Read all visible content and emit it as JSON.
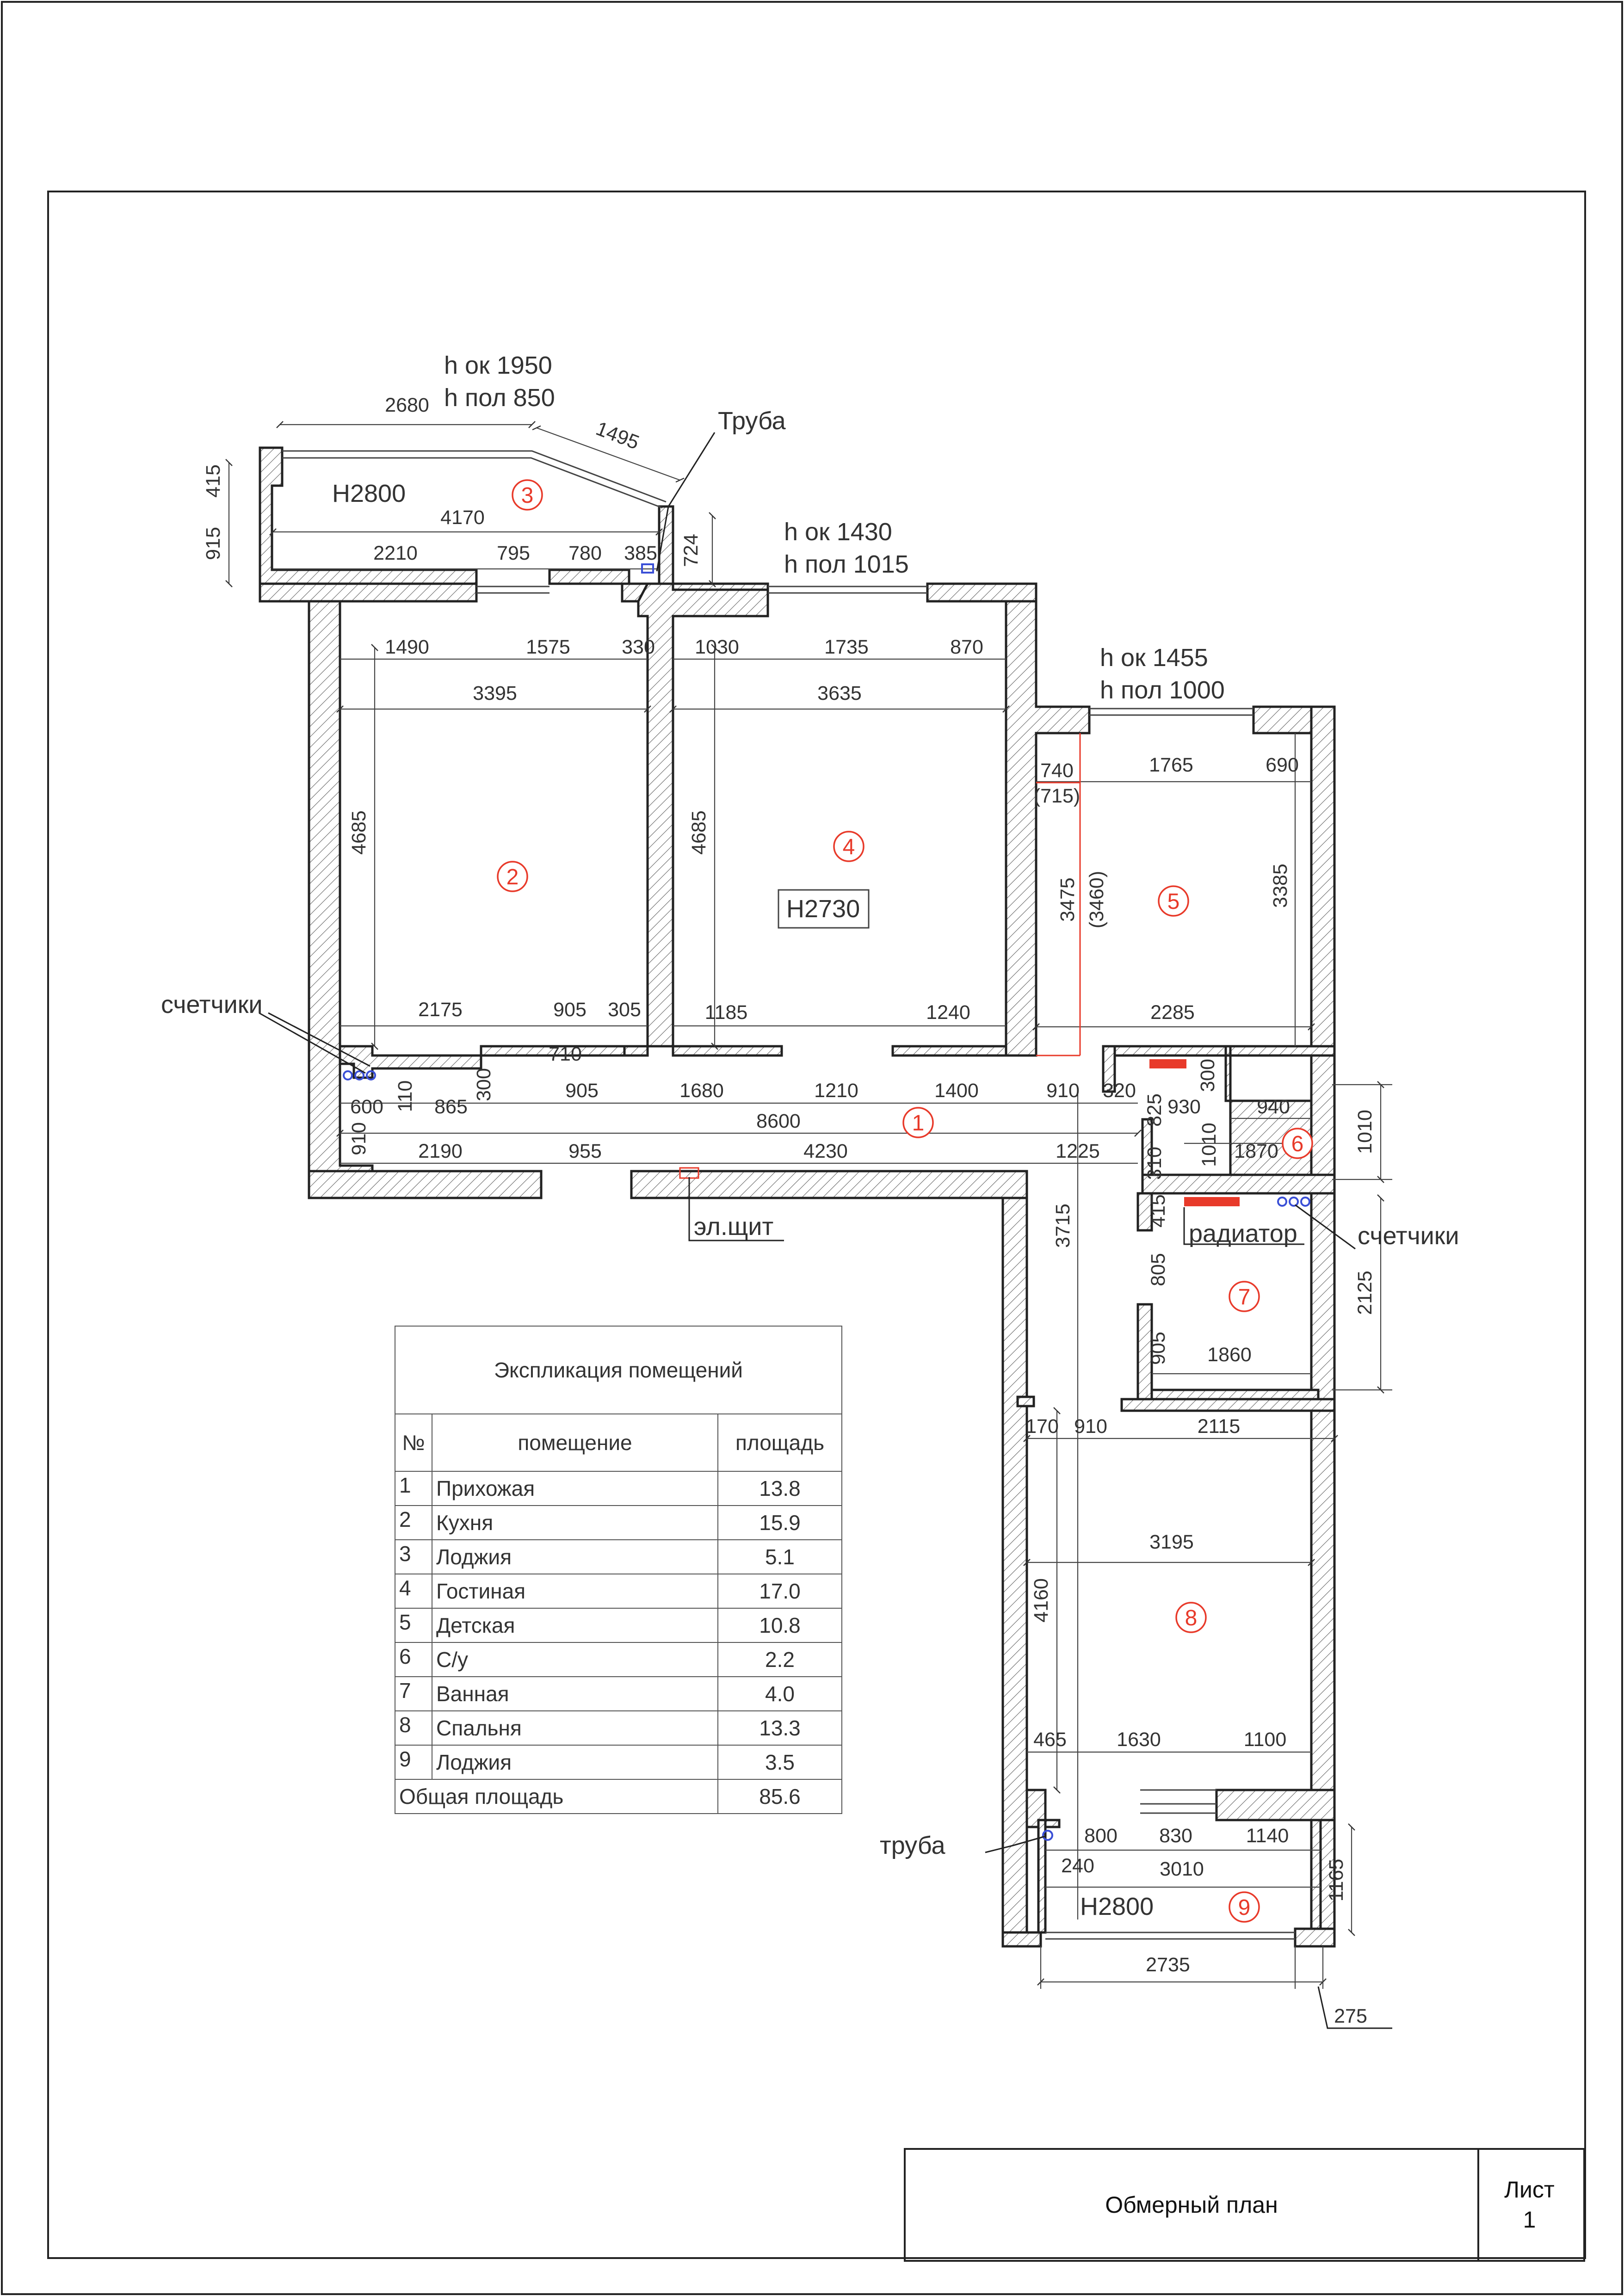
{
  "ceilings": {
    "loggia_top": "H2800",
    "living": "H2730",
    "loggia_bottom": "H2800"
  },
  "window_notes": [
    {
      "h_ok": "h ок 1950",
      "h_pol": "h пол 850"
    },
    {
      "h_ok": "h ок 1430",
      "h_pol": "h пол 1015"
    },
    {
      "h_ok": "h ок 1455",
      "h_pol": "h пол 1000"
    }
  ],
  "labels": {
    "pipe_top": "Труба",
    "meters_left": "счетчики",
    "meters_right": "счетчики",
    "panel": "эл.щит",
    "radiator": "радиатор",
    "pipe_bottom": "труба"
  },
  "room_numbers": [
    "1",
    "2",
    "3",
    "4",
    "5",
    "6",
    "7",
    "8",
    "9"
  ],
  "dimensions": {
    "d2680": "2680",
    "d1495": "1495",
    "d415a": "415",
    "d915": "915",
    "d4170": "4170",
    "d2210": "2210",
    "d795": "795",
    "d780": "780",
    "d385": "385",
    "d724": "724",
    "d1490": "1490",
    "d1575": "1575",
    "d330": "330",
    "d1030": "1030",
    "d1735": "1735",
    "d870": "870",
    "d3395": "3395",
    "d3635": "3635",
    "d740": "740",
    "d715": "(715)",
    "d1765": "1765",
    "d690": "690",
    "d4685a": "4685",
    "d4685b": "4685",
    "d3475": "3475",
    "d3460": "(3460)",
    "d3385": "3385",
    "d2175": "2175",
    "d905a": "905",
    "d305": "305",
    "d1185": "1185",
    "d1240": "1240",
    "d2285": "2285",
    "d710": "710",
    "d600": "600",
    "d110": "110",
    "d865": "865",
    "d300a": "300",
    "d905b": "905",
    "d1680": "1680",
    "d1210": "1210",
    "d1400": "1400",
    "d910a": "910",
    "d320": "320",
    "d300b": "300",
    "d8600": "8600",
    "d825": "825",
    "d930": "930",
    "d940": "940",
    "d1010a": "1010",
    "d1010b": "1010",
    "d1870": "1870",
    "d910b": "910",
    "d2190": "2190",
    "d955": "955",
    "d4230": "4230",
    "d1225": "1225",
    "d310": "310",
    "d3715": "3715",
    "d415b": "415",
    "d805": "805",
    "d2125": "2125",
    "d905c": "905",
    "d1860": "1860",
    "d170": "170",
    "d910c": "910",
    "d2115": "2115",
    "d3195": "3195",
    "d4160": "4160",
    "d465": "465",
    "d1630": "1630",
    "d1100": "1100",
    "d800": "800",
    "d830": "830",
    "d1140": "1140",
    "d240": "240",
    "d3010": "3010",
    "d1165": "1165",
    "d2735": "2735",
    "d275": "275"
  },
  "explication": {
    "title": "Экспликация помещений",
    "headers": {
      "no": "№",
      "room": "помещение",
      "area": "площадь"
    },
    "rows": [
      {
        "no": "1",
        "room": "Прихожая",
        "area": "13.8"
      },
      {
        "no": "2",
        "room": "Кухня",
        "area": "15.9"
      },
      {
        "no": "3",
        "room": "Лоджия",
        "area": "5.1"
      },
      {
        "no": "4",
        "room": "Гостиная",
        "area": "17.0"
      },
      {
        "no": "5",
        "room": "Детская",
        "area": "10.8"
      },
      {
        "no": "6",
        "room": "С/у",
        "area": "2.2"
      },
      {
        "no": "7",
        "room": "Ванная",
        "area": "4.0"
      },
      {
        "no": "8",
        "room": "Спальня",
        "area": "13.3"
      },
      {
        "no": "9",
        "room": "Лоджия",
        "area": "3.5"
      }
    ],
    "total_label": "Общая площадь",
    "total_area": "85.6"
  },
  "stamp": {
    "name": "Обмерный план",
    "sheet_label": "Лист",
    "sheet_no": "1"
  },
  "colors": {
    "accent": "#e83a2a",
    "meters": "#3a4fd6",
    "wall": "#222222"
  }
}
